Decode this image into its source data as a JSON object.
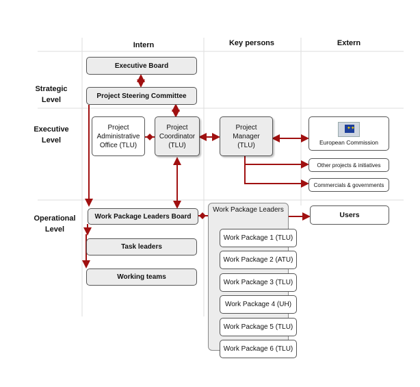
{
  "headers": {
    "intern": "Intern",
    "key_persons": "Key persons",
    "extern": "Extern"
  },
  "levels": {
    "strategic": "Strategic\nLevel",
    "executive": "Executive\nLevel",
    "operational": "Operational\nLevel"
  },
  "boxes": {
    "executive_board": "Executive Board",
    "steering_committee": "Project Steering Committee",
    "admin_office": "Project\nAdministrative\nOffice (TLU)",
    "coordinator": "Project\nCoordinator\n(TLU)",
    "manager": "Project\nManager\n(TLU)",
    "european_commission": "European Commission",
    "other_projects": "Other projects & initiatives",
    "commercials": "Commercials & governments",
    "wp_leaders_board": "Work Package Leaders Board",
    "wp_leaders": "Work Package Leaders",
    "users": "Users",
    "task_leaders": "Task leaders",
    "working_teams": "Working teams"
  },
  "work_packages": [
    "Work Package 1 (TLU)",
    "Work Package 2 (ATU)",
    "Work Package 3 (TLU)",
    "Work Package 4 (UH)",
    "Work Package 5 (TLU)",
    "Work Package 6 (TLU)"
  ],
  "colors": {
    "arrow": "#a01010",
    "grid": "#dddddd",
    "box_fill": "#ececec"
  }
}
